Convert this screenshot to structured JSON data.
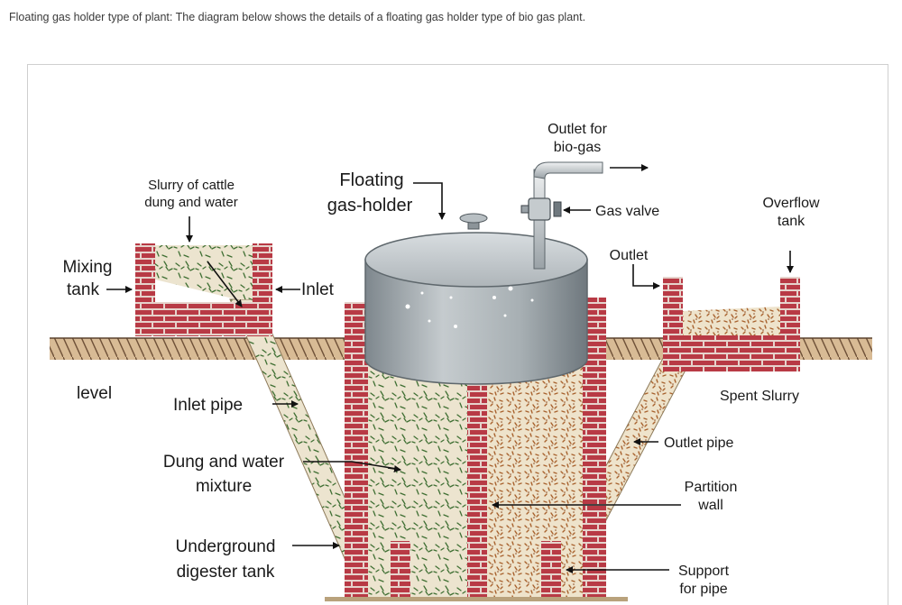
{
  "caption": "Floating gas holder type of plant: The diagram below shows the details of a floating gas holder type of bio gas plant.",
  "labels": {
    "slurry_line1": "Slurry of cattle",
    "slurry_line2": "dung and water",
    "mixing_line1": "Mixing",
    "mixing_line2": "tank",
    "inlet": "Inlet",
    "floating_line1": "Floating",
    "floating_line2": "gas-holder",
    "outlet_biogas_line1": "Outlet for",
    "outlet_biogas_line2": "bio-gas",
    "gas_valve": "Gas valve",
    "overflow_line1": "Overflow",
    "overflow_line2": "tank",
    "outlet": "Outlet",
    "level": "level",
    "inlet_pipe": "Inlet pipe",
    "spent_slurry": "Spent Slurry",
    "outlet_pipe": "Outlet pipe",
    "dung_line1": "Dung and water",
    "dung_line2": "mixture",
    "partition_line1": "Partition",
    "partition_line2": "wall",
    "underground_line1": "Underground",
    "underground_line2": "digester tank",
    "support_line1": "Support",
    "support_line2": "for pipe"
  },
  "colors": {
    "brick": "#b83a45",
    "mortar": "#e8d6d0",
    "holder": "#9ea6ab",
    "holder_top": "#c9cfd2",
    "slurry_green": "#4a7a3a",
    "slurry_brown": "#a8622e",
    "fill_bg": "#e9dfc8",
    "ground": "#c9a57e"
  }
}
